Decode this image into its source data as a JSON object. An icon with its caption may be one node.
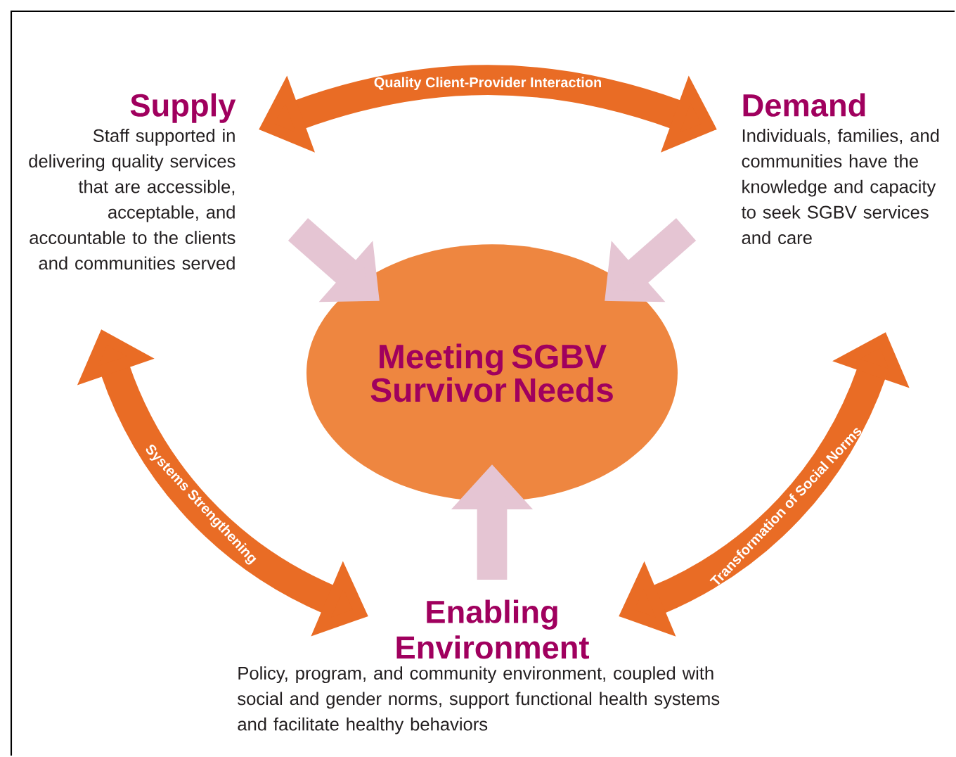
{
  "diagram": {
    "nodes": [
      {
        "text": [
          "Supply",
          "Staff supported in delivering quality services that are accessible, acceptable, and accountable to the clients and communities served"
        ]
      },
      {
        "text": [
          "Demand",
          "Individuals, families, and communities have the knowledge and capacity to seek SGBV services and care"
        ]
      },
      {
        "text": [
          "Meeting SGBV Survivor Needs"
        ]
      },
      {
        "text": [
          "Enabling Environment",
          "Policy, program, and community environment, coupled with social and gender norms, support functional health systems and facilitate healthy behaviors"
        ]
      }
    ],
    "edges": [
      {
        "from": 0,
        "to": 1,
        "arrow": "both",
        "label": "Quality Client-Provider Interaction"
      },
      {
        "from": 0,
        "to": 3,
        "arrow": "both",
        "label": "Systems Strengthening"
      },
      {
        "from": 1,
        "to": 3,
        "arrow": "both",
        "label": "Transformation of Social Norms"
      },
      {
        "from": 0,
        "to": 2,
        "arrow": "to",
        "color": "#e5c5d3"
      },
      {
        "from": 1,
        "to": 2,
        "arrow": "to",
        "color": "#e5c5d3"
      },
      {
        "from": 3,
        "to": 2,
        "arrow": "to",
        "color": "#e5c5d3"
      }
    ]
  }
}
